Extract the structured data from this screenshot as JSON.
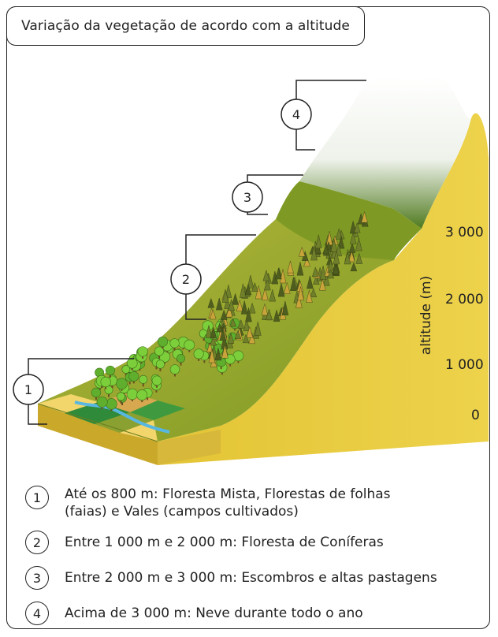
{
  "title": "Variação da vegetação de acordo com a altitude",
  "axis": {
    "label": "altitude (m)",
    "ticks": [
      "3 000",
      "2 000",
      "1 000",
      "0"
    ]
  },
  "zone_markers": [
    "1",
    "2",
    "3",
    "4"
  ],
  "legend": [
    {
      "number": "1",
      "text": "Até os 800 m: Floresta Mista, Florestas de folhas\n(faias) e Vales (campos cultivados)"
    },
    {
      "number": "2",
      "text": "Entre 1 000 m e 2 000 m: Floresta de Coníferas"
    },
    {
      "number": "3",
      "text": "Entre 2 000 m e 3 000 m: Escombros e altas pastagens"
    },
    {
      "number": "4",
      "text": "Acima de 3 000 m: Neve durante todo o ano"
    }
  ],
  "colors": {
    "mountain_face": "#e8c93a",
    "slope_green": "#8aa62a",
    "grass": "#6f8f1f",
    "snow": "#ffffff",
    "conifer": "#4f5e1e",
    "deciduous": "#7ccf3a",
    "field_yellow": "#f2d56b",
    "field_green": "#2f8a3a",
    "river": "#58b7e0"
  }
}
